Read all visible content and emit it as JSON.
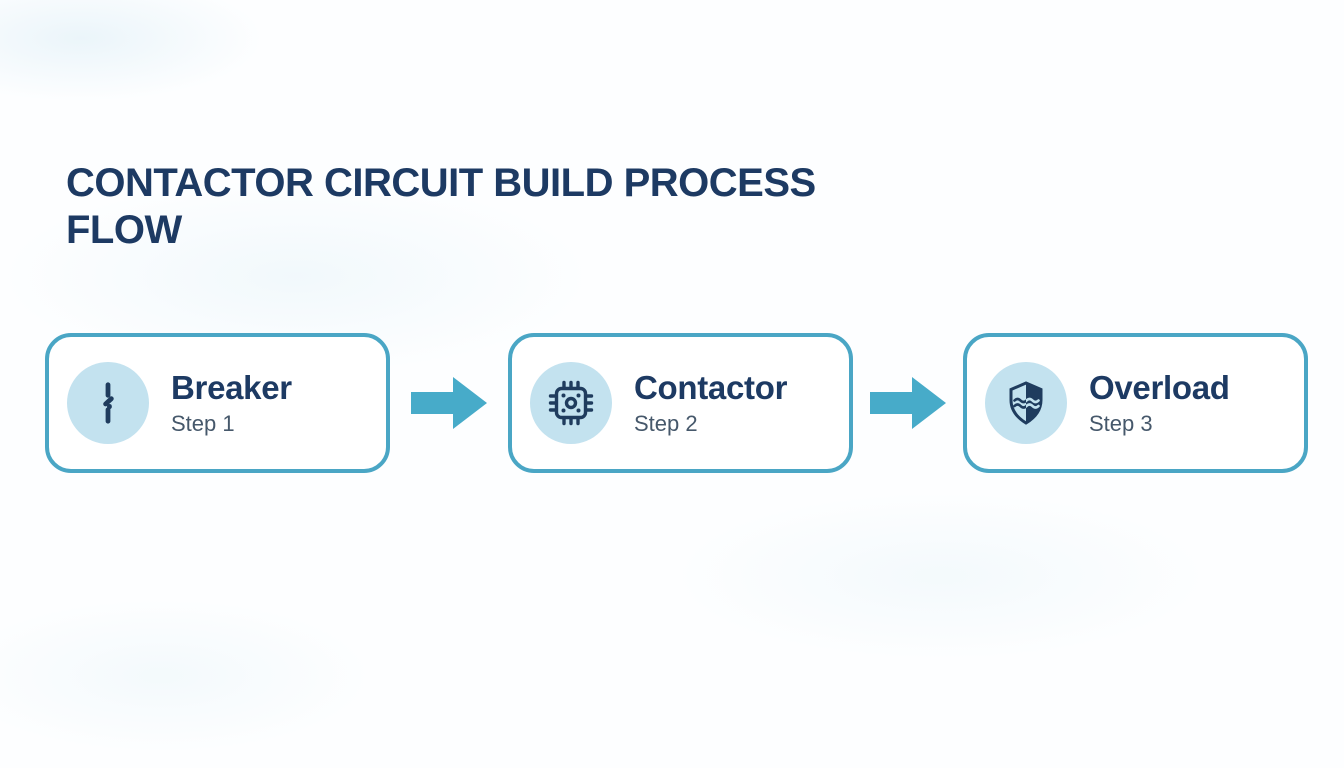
{
  "title": "CONTACTOR CIRCUIT BUILD PROCESS FLOW",
  "steps": [
    {
      "name": "Breaker",
      "label": "Step 1",
      "icon": "breaker-icon"
    },
    {
      "name": "Contactor",
      "label": "Step 2",
      "icon": "microchip-icon"
    },
    {
      "name": "Overload",
      "label": "Step 3",
      "icon": "shield-icon"
    }
  ],
  "colors": {
    "background": "#fdfeff",
    "title_text": "#1d3a63",
    "card_border": "#4aa6c5",
    "card_background": "#ffffff",
    "icon_circle": "#c3e2ef",
    "icon_glyph": "#1f3c5e",
    "step_name": "#1d3a63",
    "step_label": "#46586b",
    "arrow": "#47abc9"
  }
}
